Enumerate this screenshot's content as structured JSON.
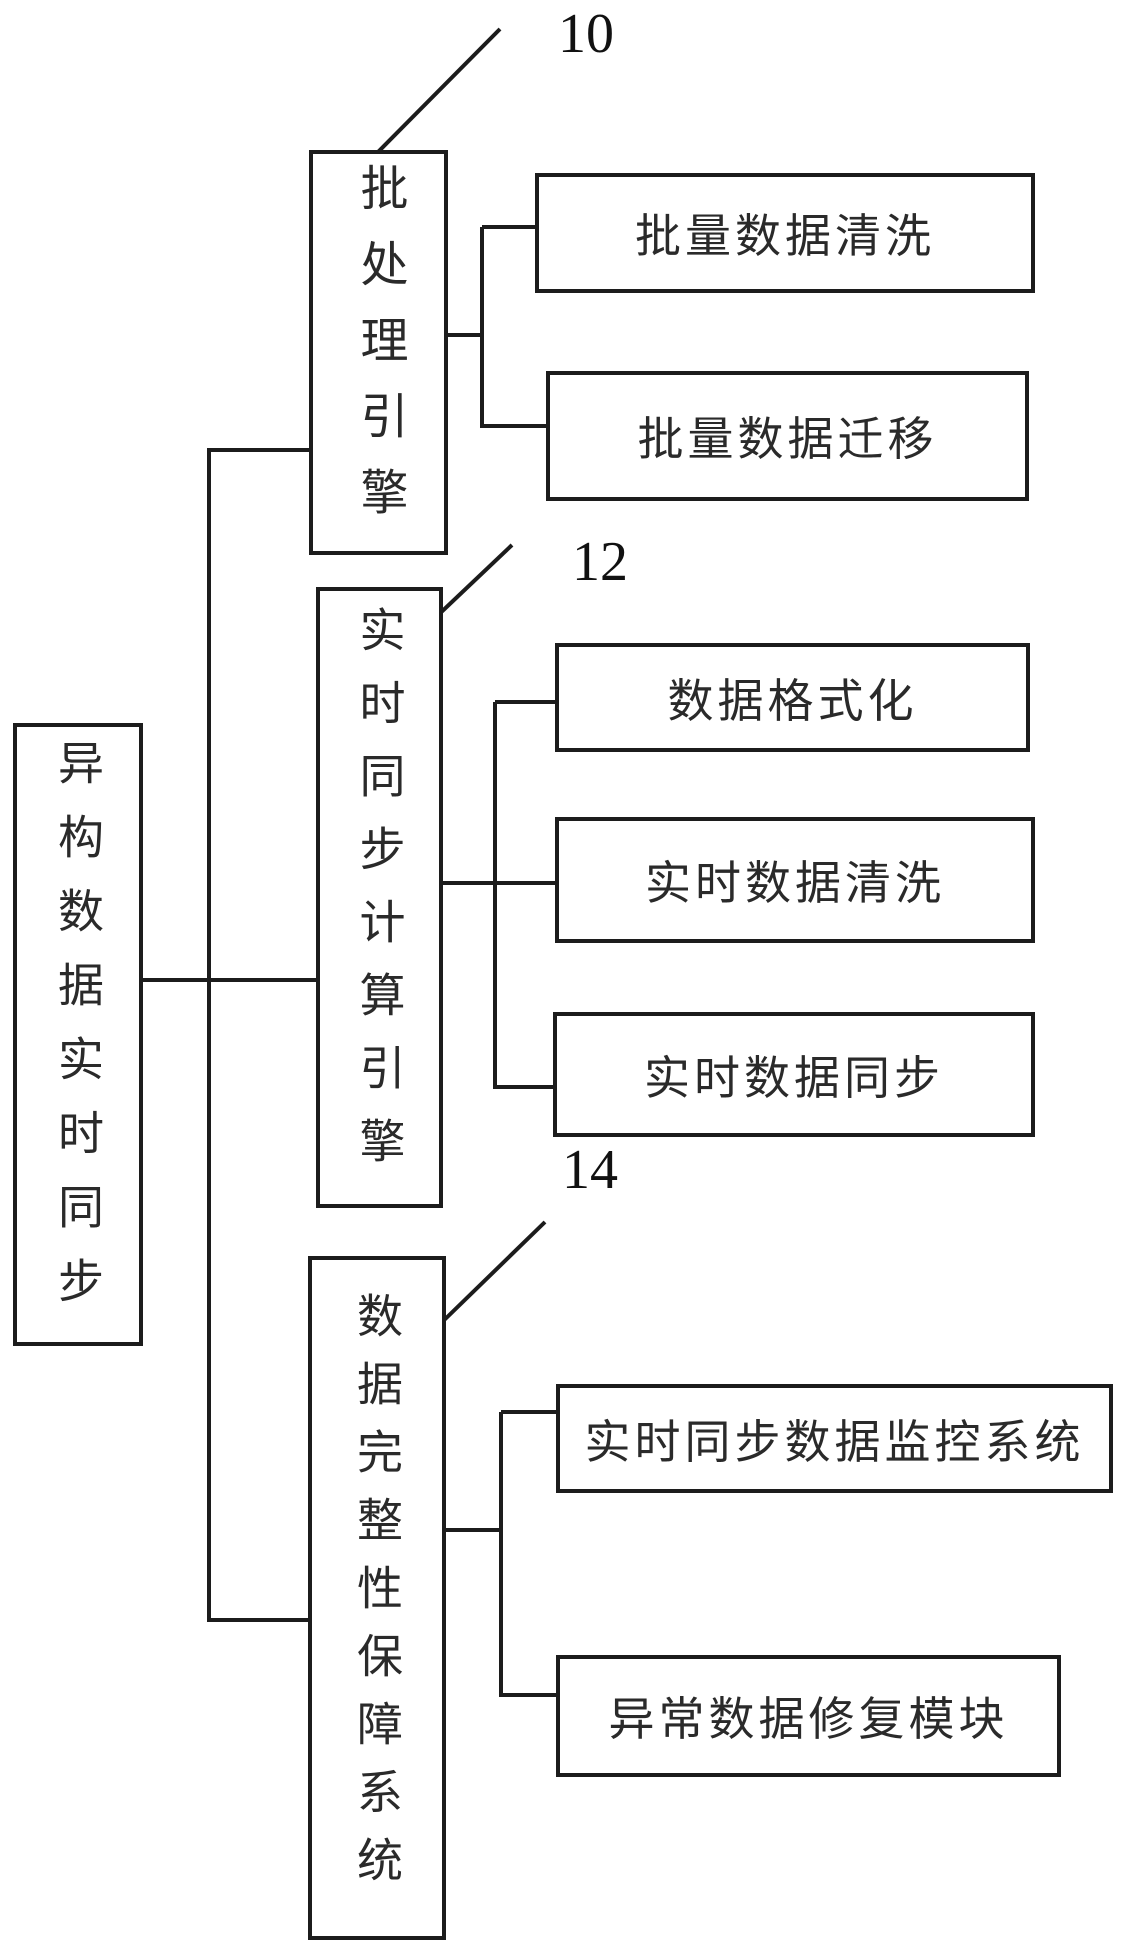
{
  "diagram": {
    "title_note": "",
    "root": {
      "label": "异构数据实时同步"
    },
    "groups": [
      {
        "ref": "10",
        "label": "批处理引擎",
        "children": [
          "批量数据清洗",
          "批量数据迁移"
        ]
      },
      {
        "ref": "12",
        "label": "实时同步计算引擎",
        "children": [
          "数据格式化",
          "实时数据清洗",
          "实时数据同步"
        ]
      },
      {
        "ref": "14",
        "label": "数据完整性保障系统",
        "children": [
          "实时同步数据监控系统",
          "异常数据修复模块"
        ]
      }
    ],
    "colors": {
      "line": "#1c1c1c",
      "text": "#2a2a2a",
      "background": "#ffffff"
    }
  }
}
